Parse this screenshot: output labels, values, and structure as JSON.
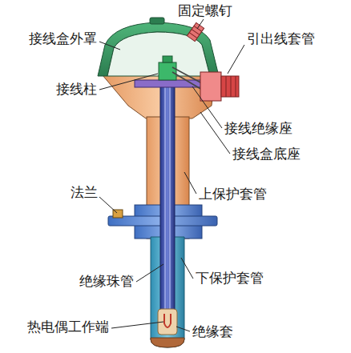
{
  "diagram": {
    "labels": [
      "固定螺钉",
      "接线盒外罩",
      "引出线套管",
      "接线柱",
      "接线绝缘座",
      "接线盒底座",
      "法兰",
      "上保护套管",
      "绝缘珠管",
      "下保护套管",
      "热电偶工作端",
      "绝缘套"
    ]
  }
}
